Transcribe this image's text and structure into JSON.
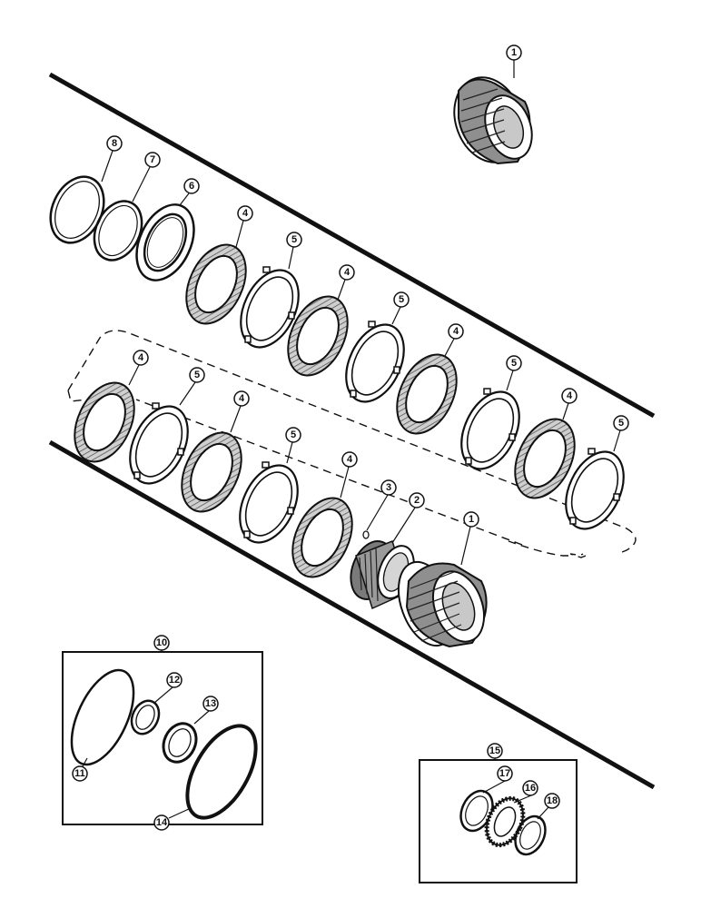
{
  "diagram": {
    "callouts": {
      "c1_top": "1",
      "c8": "8",
      "c7": "7",
      "c6": "6",
      "c4_a": "4",
      "c5_a": "5",
      "c4_b": "4",
      "c5_b": "5",
      "c4_c": "4",
      "c5_c": "5",
      "c4_d": "4",
      "c5_d": "5",
      "c4_e": "4",
      "c5_e": "5",
      "c4_f": "4",
      "c5_f": "5",
      "c4_g": "4",
      "c3": "3",
      "c2": "2",
      "c1_bottom": "1",
      "c10": "10",
      "c11": "11",
      "c12": "12",
      "c13": "13",
      "c14": "14",
      "c15": "15",
      "c16": "16",
      "c17": "17",
      "c18": "18"
    },
    "colors": {
      "ink": "#111111",
      "paper": "#ffffff",
      "friction": "#9a9a9a"
    }
  }
}
